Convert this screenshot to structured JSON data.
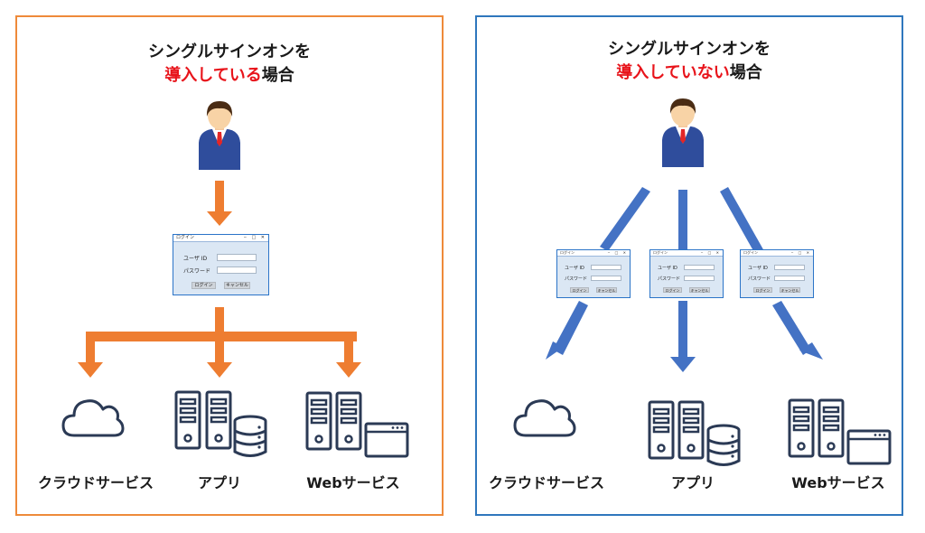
{
  "left_panel": {
    "title_line1": "シングルサインオンを",
    "title_line2_red": "導入している",
    "title_line2_tail": "場合",
    "border_color": "#ee8a3a",
    "arrow_color": "#ee7d31"
  },
  "right_panel": {
    "title_line1": "シングルサインオンを",
    "title_line2_red": "導入していない",
    "title_line2_tail": "場合",
    "border_color": "#2f77bd",
    "arrow_color": "#4472c4"
  },
  "login_dialog": {
    "title": "ログイン",
    "window_controls": "‒ □ ✕",
    "user_label": "ユーザ ID",
    "password_label": "パスワード",
    "login_button": "ログイン",
    "cancel_button": "キャンセル"
  },
  "services": {
    "cloud": "クラウドサービス",
    "app": "アプリ",
    "web": "Webサービス"
  },
  "icons": {
    "user": "user-icon",
    "cloud": "cloud-icon",
    "server": "server-icon",
    "database": "database-icon",
    "browser_window": "browser-window-icon"
  },
  "colors": {
    "red_text": "#e8141b",
    "icon_navy": "#2b3a55",
    "dialog_border": "#2b74c8",
    "dialog_fill": "#dbe7f4"
  }
}
